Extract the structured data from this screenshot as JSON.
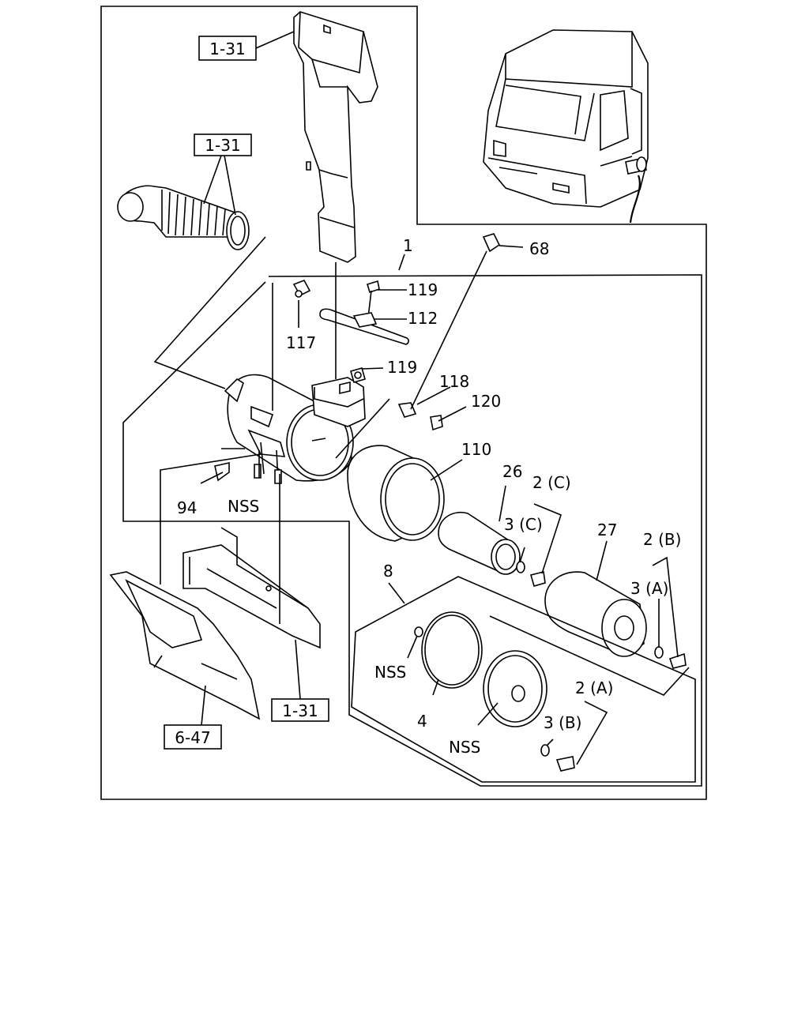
{
  "labels": {
    "ref_top": "1-31",
    "ref_hose": "1-31",
    "ref_bottom": "1-31",
    "ref_panel": "6-47",
    "l1": "1",
    "l68": "68",
    "l119a": "119",
    "l112": "112",
    "l117": "117",
    "l119b": "119",
    "l118": "118",
    "l120": "120",
    "l110": "110",
    "l26": "26",
    "l2c": "2 (C)",
    "l3c": "3 (C)",
    "l27": "27",
    "l2b": "2 (B)",
    "l3a": "3 (A)",
    "l94": "94",
    "lnss1": "NSS",
    "l8": "8",
    "lnss2": "NSS",
    "l4": "4",
    "lnss3": "NSS",
    "l2a": "2 (A)",
    "l3b": "3 (B)"
  }
}
